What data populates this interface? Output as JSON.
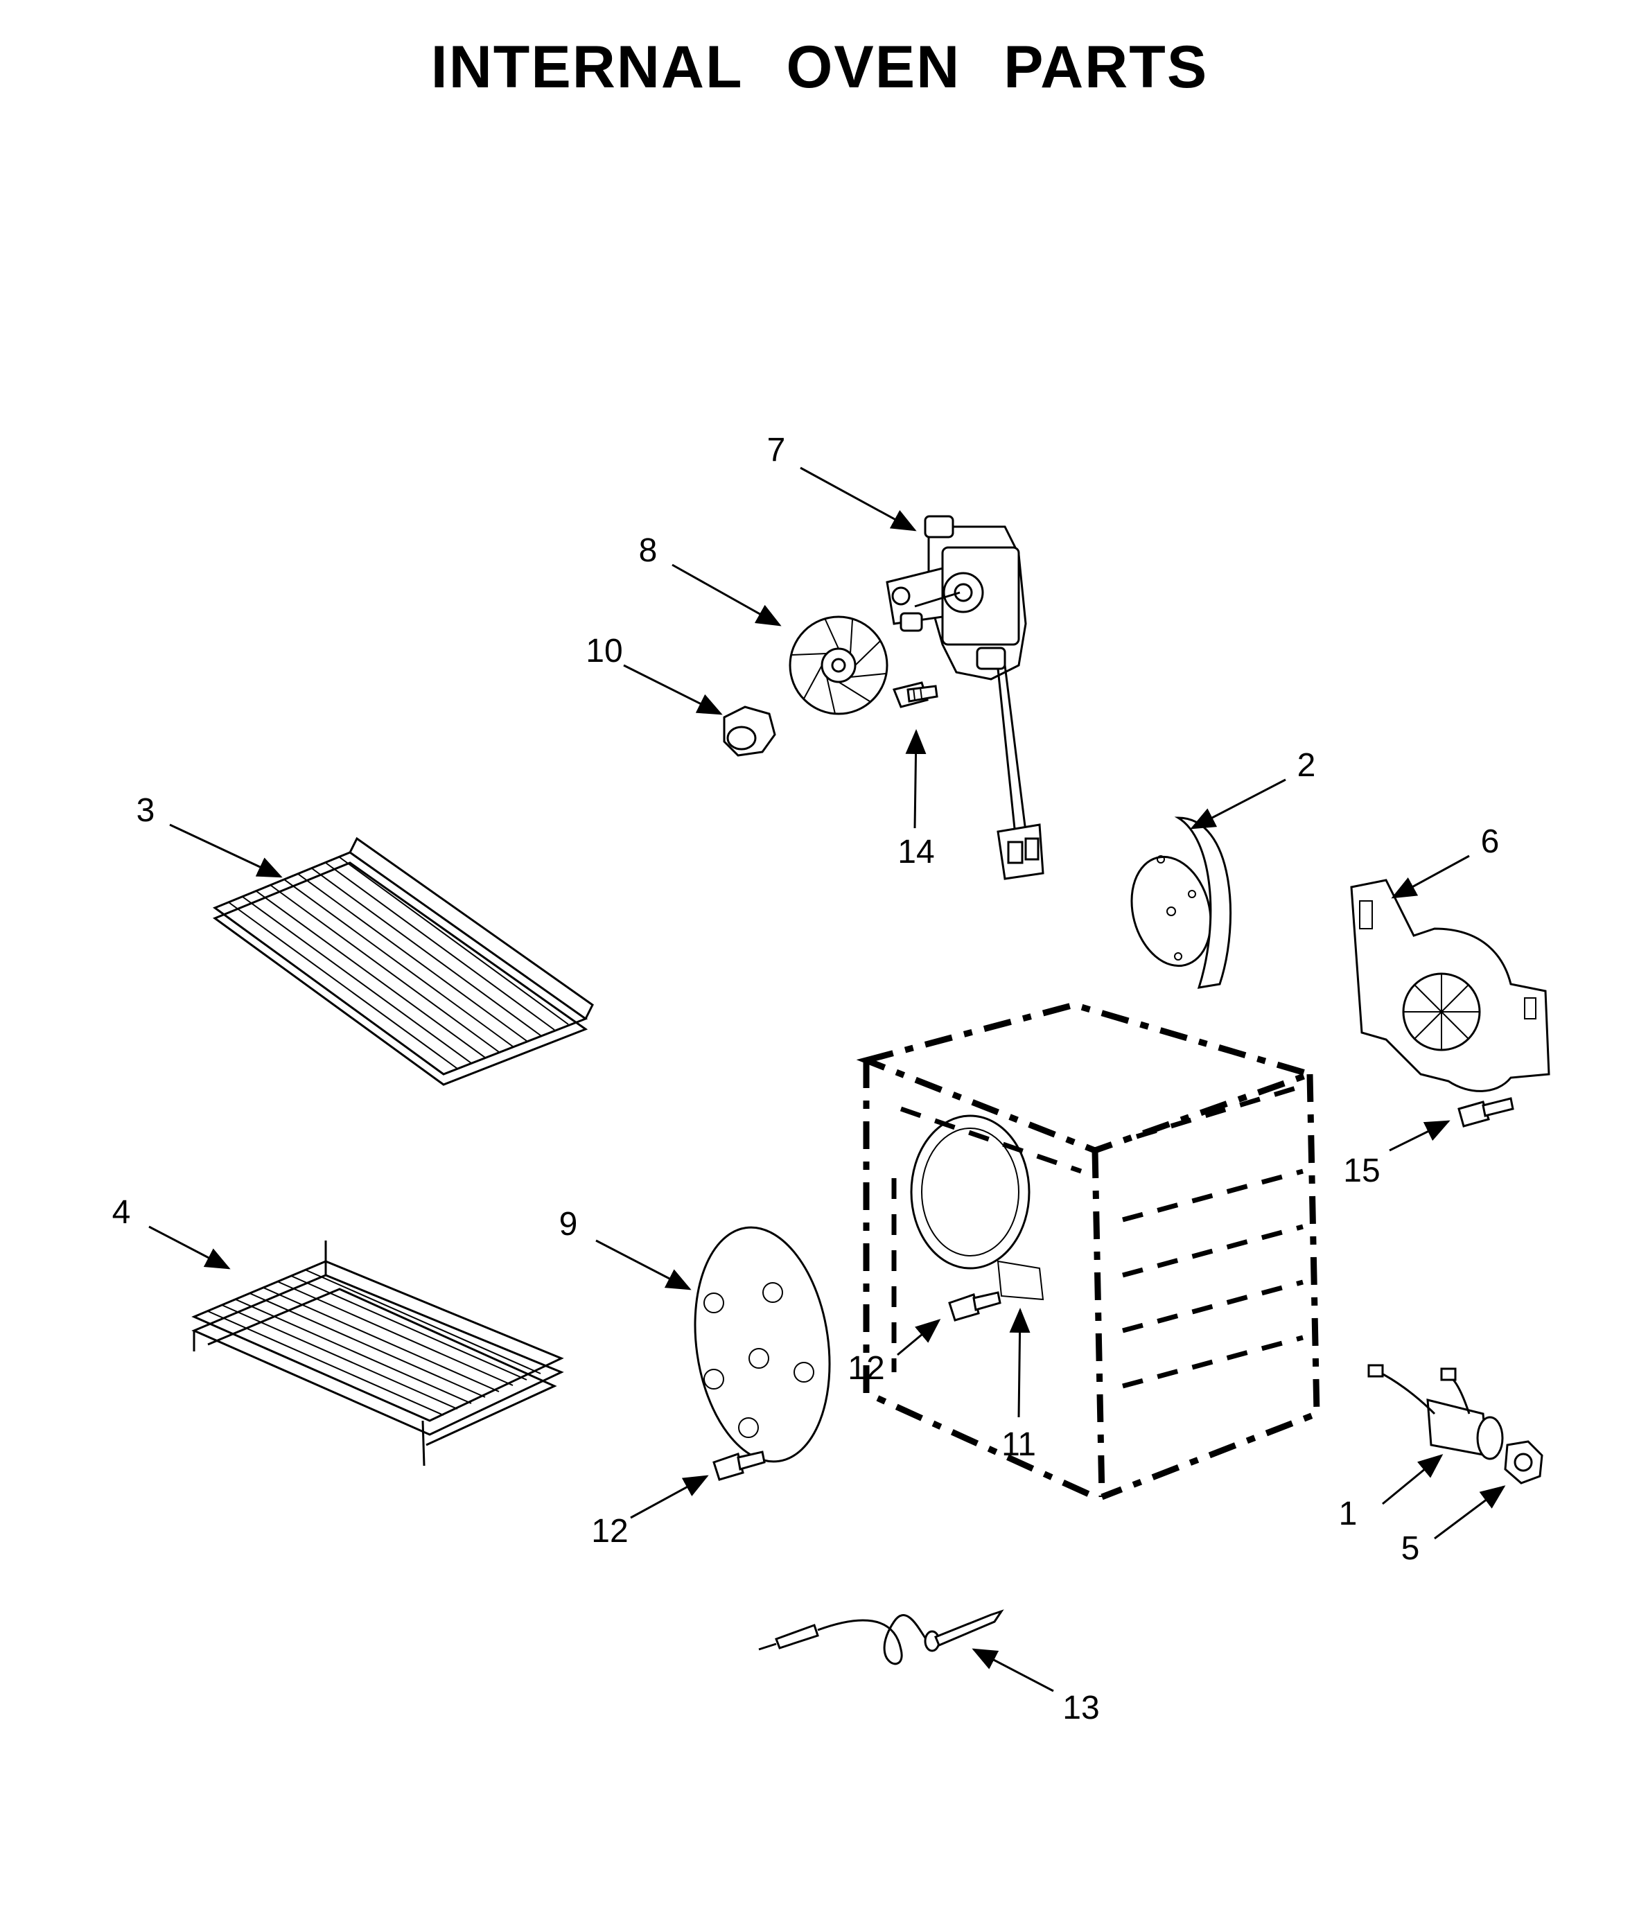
{
  "title_words": [
    "INTERNAL",
    "OVEN",
    "PARTS"
  ],
  "callouts": {
    "c1": "1",
    "c2": "2",
    "c3": "3",
    "c4": "4",
    "c5": "5",
    "c6": "6",
    "c7": "7",
    "c8": "8",
    "c9": "9",
    "c10": "10",
    "c11": "11",
    "c12a": "12",
    "c12b": "12",
    "c13": "13",
    "c14": "14",
    "c15": "15"
  }
}
